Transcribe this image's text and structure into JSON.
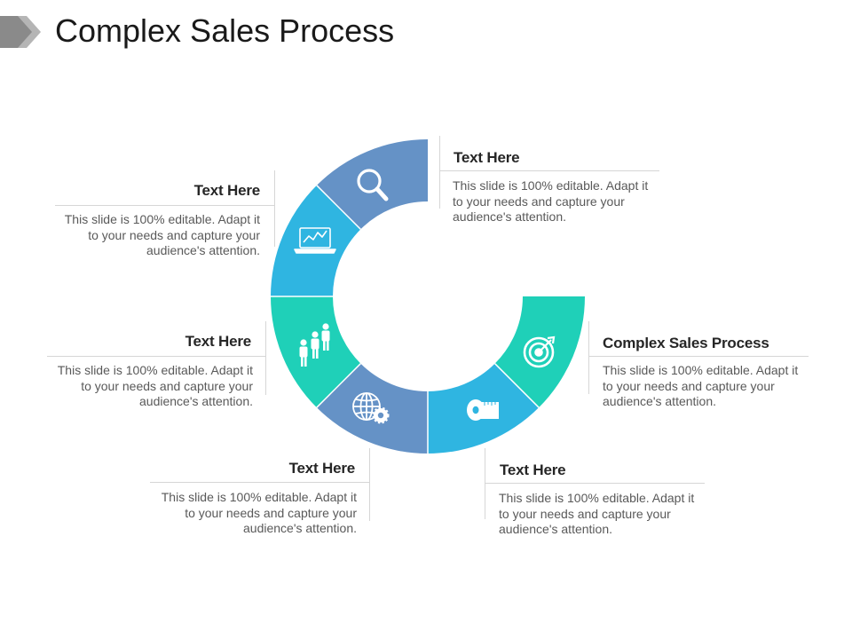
{
  "title": "Complex Sales Process",
  "colors": {
    "blue": "#6592c6",
    "sky": "#2fb5e1",
    "teal": "#1fd0b8",
    "heading": "#262626",
    "body": "#595959"
  },
  "segments": [
    {
      "id": "search",
      "icon": "magnifier-icon",
      "color": "#6592c6"
    },
    {
      "id": "analytics",
      "icon": "laptop-chart-icon",
      "color": "#2fb5e1"
    },
    {
      "id": "people",
      "icon": "people-group-icon",
      "color": "#1fd0b8"
    },
    {
      "id": "global",
      "icon": "globe-gear-icon",
      "color": "#6592c6"
    },
    {
      "id": "measure",
      "icon": "tape-measure-icon",
      "color": "#2fb5e1"
    },
    {
      "id": "target",
      "icon": "target-icon",
      "color": "#1fd0b8"
    }
  ],
  "blocks": [
    {
      "heading": "Text Here",
      "body": "This slide is 100% editable. Adapt it to your needs and capture your audience's attention."
    },
    {
      "heading": "Text Here",
      "body": "This slide is 100% editable. Adapt it to your needs and capture your audience's attention."
    },
    {
      "heading": "Text Here",
      "body": "This slide is 100% editable. Adapt it to your needs and capture your audience's attention."
    },
    {
      "heading": "Text Here",
      "body": "This slide is 100% editable. Adapt it to your needs and capture your audience's attention."
    },
    {
      "heading": "Text Here",
      "body": "This slide is 100% editable. Adapt it to your needs and capture your audience's attention."
    },
    {
      "heading": "Complex Sales Process",
      "body": "This slide is 100% editable. Adapt it to your needs and capture your audience's attention."
    }
  ]
}
